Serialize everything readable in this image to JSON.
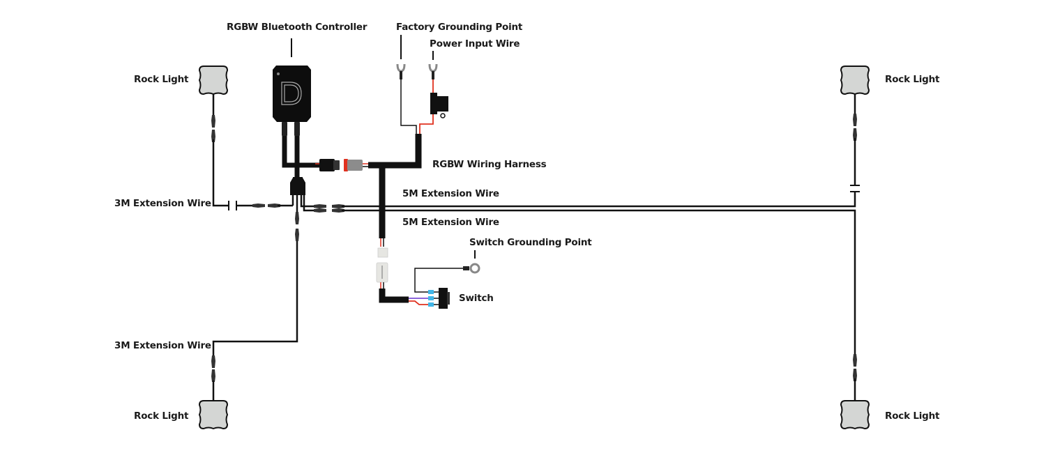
{
  "diagram": {
    "title": "RGBW Bluetooth Rock Light Wiring Diagram",
    "colors": {
      "wire": "#111111",
      "power_wire": "#e0311f",
      "signal_wire": "#7b4fd6",
      "light_fill": "#d4d6d4",
      "connector_grey": "#8c8c8c",
      "terminal_blue": "#3fb6e8",
      "connector_white": "#e6e6e2"
    },
    "labels": {
      "controller": "RGBW Bluetooth Controller",
      "factory_ground": "Factory Grounding Point",
      "power_input": "Power Input Wire",
      "harness": "RGBW Wiring Harness",
      "ext_5m_top": "5M Extension Wire",
      "ext_5m_bottom": "5M Extension Wire",
      "ext_3m_left": "3M Extension Wire",
      "ext_3m_bottom": "3M Extension Wire",
      "switch_ground": "Switch Grounding Point",
      "switch": "Switch",
      "rock_light_tl": "Rock Light",
      "rock_light_tr": "Rock Light",
      "rock_light_bl": "Rock Light",
      "rock_light_br": "Rock Light"
    },
    "nodes": [
      {
        "id": "controller",
        "label": "RGBW Bluetooth Controller",
        "icon": "bluetooth-controller-icon"
      },
      {
        "id": "harness",
        "label": "RGBW Wiring Harness"
      },
      {
        "id": "switch",
        "label": "Switch",
        "icon": "rocker-switch-icon"
      },
      {
        "id": "rock_light_tl",
        "label": "Rock Light",
        "icon": "rock-light-icon"
      },
      {
        "id": "rock_light_tr",
        "label": "Rock Light",
        "icon": "rock-light-icon"
      },
      {
        "id": "rock_light_bl",
        "label": "Rock Light",
        "icon": "rock-light-icon"
      },
      {
        "id": "rock_light_br",
        "label": "Rock Light",
        "icon": "rock-light-icon"
      }
    ]
  }
}
